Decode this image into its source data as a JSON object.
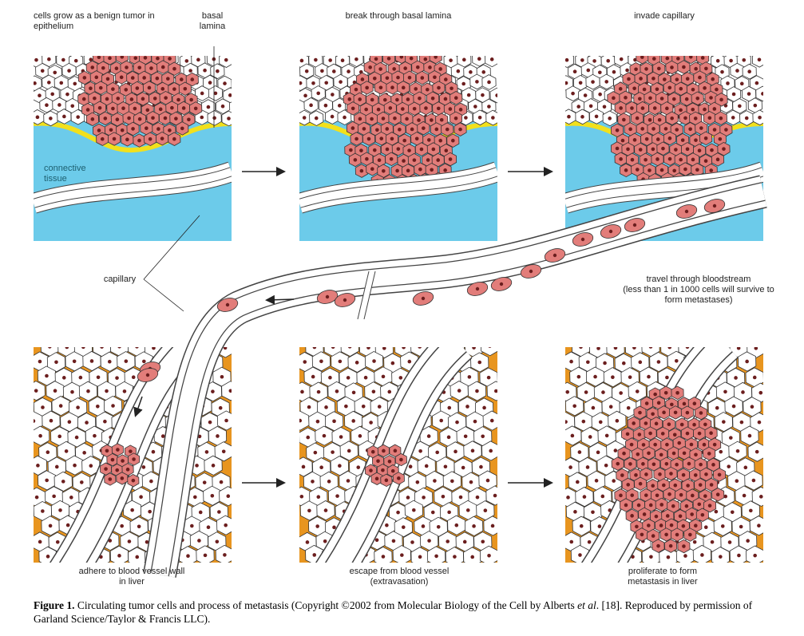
{
  "labels": {
    "step1": "cells grow as a benign tumor in epithelium",
    "basal_lamina": "basal lamina",
    "connective_tissue": "connective tissue",
    "step2": "break through basal lamina",
    "step3": "invade capillary",
    "capillary": "capillary",
    "travel": "travel through bloodstream",
    "travel_note": "(less than 1 in 1000 cells will survive to form metastases)",
    "step4": "adhere to blood vessel wall in liver",
    "step5": "escape from blood vessel",
    "step5_note": "(extravasation)",
    "step6": "proliferate to form metastasis in liver"
  },
  "caption": {
    "figure": "Figure 1.",
    "text_a": " Circulating tumor cells and process of metastasis (Copyright ©2002 from Molecular Biology of the Cell by Alberts ",
    "etal": "et al",
    "text_b": ". [18]. Reproduced by permission of Garland Science/Taylor & Francis LLC)."
  },
  "colors": {
    "tumor": "#e27d7a",
    "connective": "#6ccbea",
    "lamina": "#f2e01c",
    "liver_matrix": "#e8951f",
    "nucleus": "#6b1e1e"
  }
}
